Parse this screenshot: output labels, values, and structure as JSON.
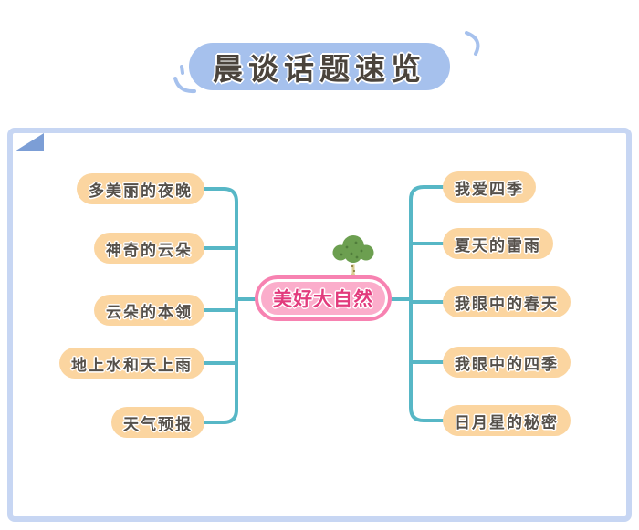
{
  "title": {
    "text": "晨谈话题速览"
  },
  "mindmap": {
    "center": {
      "label": "美好大自然",
      "icon": "tree-icon"
    },
    "left_branches": [
      {
        "label": "多美丽的夜晚"
      },
      {
        "label": "神奇的云朵"
      },
      {
        "label": "云朵的本领"
      },
      {
        "label": "地上水和天上雨"
      },
      {
        "label": "天气预报"
      }
    ],
    "right_branches": [
      {
        "label": "我爱四季"
      },
      {
        "label": "夏天的雷雨"
      },
      {
        "label": "我眼中的春天"
      },
      {
        "label": "我眼中的四季"
      },
      {
        "label": "日月星的秘密"
      }
    ]
  },
  "colors": {
    "title_pill": "#a6c1ed",
    "frame_border": "#c7d6f3",
    "corner_fold": "#7c9ed6",
    "connector": "#57b7c6",
    "branch_pill": "#fbd5a0",
    "branch_text": "#55504a",
    "center_fill": "#fbadcb",
    "center_ring": "#f782b1",
    "center_text": "#e23b7d",
    "title_text": "#4b443c",
    "tree_green": "#6c9f50"
  }
}
